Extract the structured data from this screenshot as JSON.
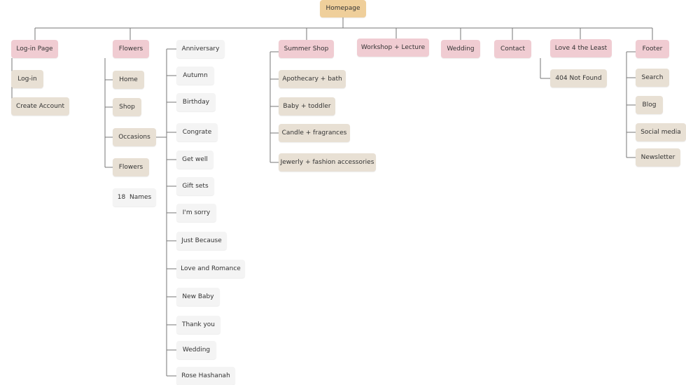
{
  "colors": {
    "root": "#efcf9b",
    "category": "#f0ccd2",
    "subpage": "#e8e0d4",
    "occasion": "#f4f4f4",
    "connector": "#777777"
  },
  "root": {
    "label": "Homepage"
  },
  "login": {
    "label": "Log-in Page",
    "items": [
      "Log-in",
      "Create Account"
    ]
  },
  "flowers": {
    "label": "Flowers",
    "items": [
      "Home",
      "Shop",
      "Occasions",
      "Flowers"
    ],
    "names_label": "18  Names",
    "occasions": [
      "Anniversary",
      "Autumn",
      "Birthday",
      "Congrate",
      "Get well",
      "Gift sets",
      "I'm sorry",
      "Just Because",
      "Love and Romance",
      "New Baby",
      "Thank you",
      "Wedding",
      "Rose Hashanah"
    ]
  },
  "summer": {
    "label": "Summer Shop",
    "items": [
      "Apothecary + bath",
      "Baby + toddler",
      "Candle + fragrances",
      "Jewerly + fashion accessories"
    ]
  },
  "workshop": {
    "label": "Workshop + Lecture"
  },
  "wedding": {
    "label": "Wedding"
  },
  "contact": {
    "label": "Contact"
  },
  "love": {
    "label": "Love 4 the Least",
    "items": [
      "404 Not Found"
    ]
  },
  "footer": {
    "label": "Footer",
    "items": [
      "Search",
      "Blog",
      "Social media",
      "Newsletter"
    ]
  }
}
